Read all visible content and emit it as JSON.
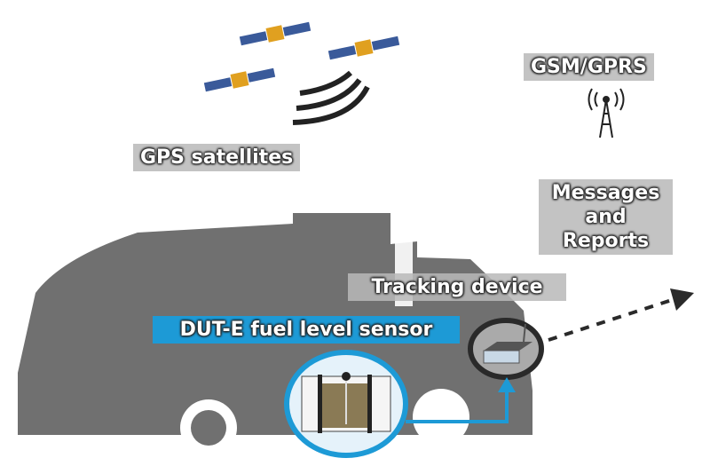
{
  "labels": {
    "gps": "GPS satellites",
    "gsm": "GSM/GPRS",
    "messages": "Messages\nand\nReports",
    "messages_lines": [
      "Messages",
      "and",
      "Reports"
    ],
    "tracking": "Tracking device",
    "sensor": "DUT-E fuel level sensor"
  },
  "colors": {
    "truck": "#707070",
    "accent": "#1d9ad6",
    "dark": "#2a2a2a"
  }
}
